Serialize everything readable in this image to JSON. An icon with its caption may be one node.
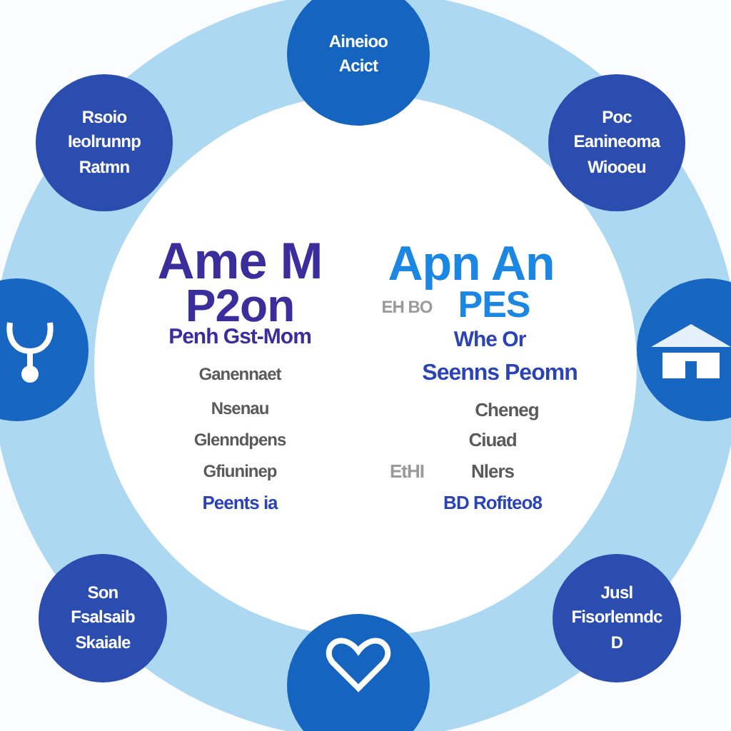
{
  "diagram": {
    "nodes": [
      {
        "text": [
          "Ame M",
          "P2on",
          "Penh Gst-Mom",
          "Ganennaet",
          "Nsenau",
          "Glenndpens",
          "Gfiuninep",
          "Peents ia",
          "Apn An",
          "EH BO",
          "PES",
          "Whe Or",
          "Seenns Peomn",
          "Cheneg",
          "Ciuad",
          "EtHI",
          "Nlers",
          "BD Rofiteo8"
        ]
      },
      {
        "text": [
          "Aineioo Acict"
        ]
      },
      {
        "text": [
          "Rsoio Ieolrunnp Ratmn"
        ]
      },
      {
        "text": [
          "Poc Eanineoma Wiooeu"
        ]
      },
      {
        "text": [],
        "shape": "circle"
      },
      {
        "text": [],
        "shape": "circle"
      },
      {
        "text": [
          "Son Fsalsaib Skaiale"
        ]
      },
      {
        "text": [
          "Jusl Fisorlenndc D"
        ]
      },
      {
        "text": [],
        "shape": "circle"
      }
    ]
  }
}
